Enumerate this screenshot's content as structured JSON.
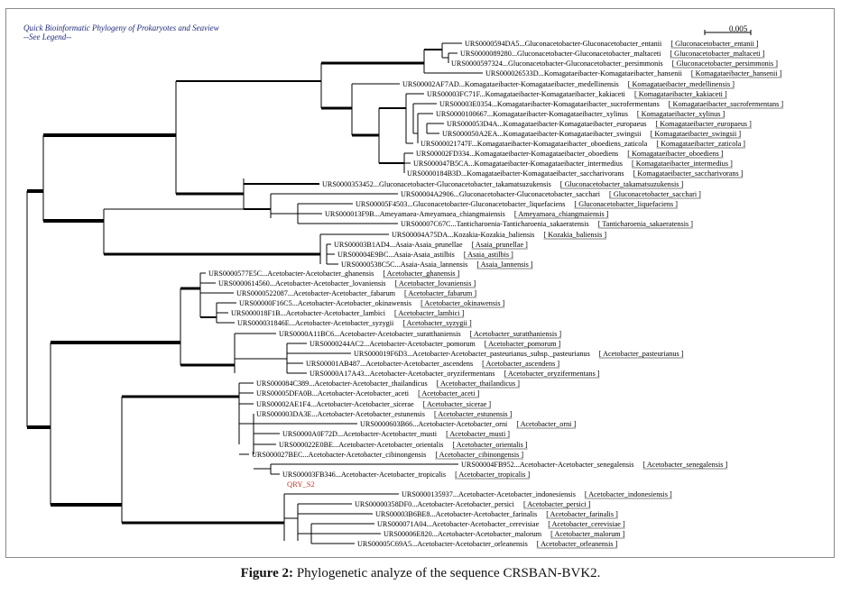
{
  "header": {
    "title": "Quick Bioinformatic Phylogeny of Prokaryotes and Seaview",
    "legend_link": "--See Legend--"
  },
  "scale_bar": {
    "label": "0.005"
  },
  "query_label": "QRY_S2",
  "caption": {
    "prefix": "Figure 2:",
    "text": " Phylogenetic analyze of the sequence CRSBAN-BVK2."
  },
  "leaves": [
    {
      "id": "URS0000594DA5",
      "desc": "Gluconacetobacter-Gluconacetobacter_entanii",
      "tag": "Gluconacetobacter_entanii"
    },
    {
      "id": "URS0000089280",
      "desc": "Gluconacetobacter-Gluconacetobacter_maltaceti",
      "tag": "Gluconacetobacter_maltaceti"
    },
    {
      "id": "URS0000597324",
      "desc": "Gluconacetobacter-Gluconacetobacter_persimmonis",
      "tag": "Gluconacetobacter_persimmonis"
    },
    {
      "id": "URS000026533D",
      "desc": "Komagataeibacter-Komagataeibacter_hansenii",
      "tag": "Komagataeibacter_hansenii"
    },
    {
      "id": "URS00002AF7AD",
      "desc": "Komagataeibacter-Komagataeibacter_medellinensis",
      "tag": "Komagataeibacter_medellinensis"
    },
    {
      "id": "URS00003FC71F",
      "desc": "Komagataeibacter-Komagataeibacter_kakiaceti",
      "tag": "Komagataeibacter_kakiaceti"
    },
    {
      "id": "URS00003E0354",
      "desc": "Komagataeibacter-Komagataeibacter_sucrofermentans",
      "tag": "Komagataeibacter_sucrofermentans"
    },
    {
      "id": "URS0000100667",
      "desc": "Komagataeibacter-Komagataeibacter_xylinus",
      "tag": "Komagataeibacter_xylinus"
    },
    {
      "id": "URS000053D4A",
      "desc": "Komagataeibacter-Komagataeibacter_europaeus",
      "tag": "Komagataeibacter_europaeus"
    },
    {
      "id": "URS000050A2EA",
      "desc": "Komagataeibacter-Komagataeibacter_swingsii",
      "tag": "Komagataeibacter_swingsii"
    },
    {
      "id": "URS000021747F",
      "desc": "Komagataeibacter-Komagataeibacter_oboediens_zaticola",
      "tag": "Komagataeibacter_zaticola"
    },
    {
      "id": "URS00002FD334",
      "desc": "Komagataeibacter-Komagataeibacter_oboediens",
      "tag": "Komagataeibacter_oboediens"
    },
    {
      "id": "URS000047B5CA",
      "desc": "Komagataeibacter-Komagataeibacter_intermedius",
      "tag": "Komagataeibacter_intermedius"
    },
    {
      "id": "URS0000184B3D",
      "desc": "Komagataeibacter-Komagataeibacter_saccharivorans",
      "tag": "Komagataeibacter_saccharivorans"
    },
    {
      "id": "URS0000353452",
      "desc": "Gluconacetobacter-Gluconacetobacter_takamatsuzukensis",
      "tag": "Gluconacetobacter_takamatsuzukensis"
    },
    {
      "id": "URS00004A2906",
      "desc": "Gluconacetobacter-Gluconacetobacter_sacchari",
      "tag": "Gluconacetobacter_sacchari"
    },
    {
      "id": "URS00005F4503",
      "desc": "Gluconacetobacter-Gluconacetobacter_liquefaciens",
      "tag": "Gluconacetobacter_liquefaciens"
    },
    {
      "id": "URS000013F9B",
      "desc": "Ameyamaea-Ameyamaea_chiangmaiensis",
      "tag": "Ameyamaea_chiangmaiensis"
    },
    {
      "id": "URS00007C67C",
      "desc": "Tanticharoenia-Tanticharoenia_sakaeratensis",
      "tag": "Tanticharoenia_sakaeratensis"
    },
    {
      "id": "URS00004A75DA",
      "desc": "Kozakia-Kozakia_baliensis",
      "tag": "Kozakia_baliensis"
    },
    {
      "id": "URS00003B1AD4",
      "desc": "Asaia-Asaia_prunellae",
      "tag": "Asaia_prunellae"
    },
    {
      "id": "URS00004E9BC",
      "desc": "Asaia-Asaia_astilbis",
      "tag": "Asaia_astilbis"
    },
    {
      "id": "URS0000538C5C",
      "desc": "Asaia-Asaia_lannensis",
      "tag": "Asaia_lannensis"
    },
    {
      "id": "URS0000577E5C",
      "desc": "Acetobacter-Acetobacter_ghanensis",
      "tag": "Acetobacter_ghanensis"
    },
    {
      "id": "URS0000614560",
      "desc": "Acetobacter-Acetobacter_lovaniensis",
      "tag": "Acetobacter_lovaniensis"
    },
    {
      "id": "URS0000522087",
      "desc": "Acetobacter-Acetobacter_fabarum",
      "tag": "Acetobacter_fabarum"
    },
    {
      "id": "URS00000F16C5",
      "desc": "Acetobacter-Acetobacter_okinawensis",
      "tag": "Acetobacter_okinawensis"
    },
    {
      "id": "URS000018F1B",
      "desc": "Acetobacter-Acetobacter_lambici",
      "tag": "Acetobacter_lambici"
    },
    {
      "id": "URS000031846E",
      "desc": "Acetobacter-Acetobacter_syzygii",
      "tag": "Acetobacter_syzygii"
    },
    {
      "id": "URS0000A11BC6",
      "desc": "Acetobacter-Acetobacter_suratthaniensis",
      "tag": "Acetobacter_suratthaniensis"
    },
    {
      "id": "URS0000244AC2",
      "desc": "Acetobacter-Acetobacter_pomorum",
      "tag": "Acetobacter_pomorum"
    },
    {
      "id": "URS000019F6D3",
      "desc": "Acetobacter-Acetobacter_pasteurianus_subsp._pasteurianus",
      "tag": "Acetobacter_pasteurianus"
    },
    {
      "id": "URS00001AB487",
      "desc": "Acetobacter-Acetobacter_ascendens",
      "tag": "Acetobacter_ascendens"
    },
    {
      "id": "URS0000A17A43",
      "desc": "Acetobacter-Acetobacter_oryzifermentans",
      "tag": "Acetobacter_oryzifermentans"
    },
    {
      "id": "URS000084C389",
      "desc": "Acetobacter-Acetobacter_thailandicus",
      "tag": "Acetobacter_thailandicus"
    },
    {
      "id": "URS00005DFA0B",
      "desc": "Acetobacter-Acetobacter_aceti",
      "tag": "Acetobacter_aceti"
    },
    {
      "id": "URS00002AE1F4",
      "desc": "Acetobacter-Acetobacter_sicerae",
      "tag": "Acetobacter_sicerae"
    },
    {
      "id": "URS000003DA3E",
      "desc": "Acetobacter-Acetobacter_estunensis",
      "tag": "Acetobacter_estunensis"
    },
    {
      "id": "URS0000603B66",
      "desc": "Acetobacter-Acetobacter_orni",
      "tag": "Acetobacter_orni"
    },
    {
      "id": "URS0000A0F72D",
      "desc": "Acetobacter-Acetobacter_musti",
      "tag": "Acetobacter_musti"
    },
    {
      "id": "URS000022E0BE",
      "desc": "Acetobacter-Acetobacter_orientalis",
      "tag": "Acetobacter_orientalis"
    },
    {
      "id": "URS000027BEC",
      "desc": "Acetobacter-Acetobacter_cibinongensis",
      "tag": "Acetobacter_cibinongensis"
    },
    {
      "id": "URS00004FB952",
      "desc": "Acetobacter-Acetobacter_senegalensis",
      "tag": "Acetobacter_senegalensis"
    },
    {
      "id": "URS00003FB346",
      "desc": "Acetobacter-Acetobacter_tropicalis",
      "tag": "Acetobacter_tropicalis"
    },
    {
      "id": "URS0000135937",
      "desc": "Acetobacter-Acetobacter_indonesiensis",
      "tag": "Acetobacter_indonesiensis"
    },
    {
      "id": "URS00000358DF0",
      "desc": "Acetobacter-Acetobacter_persici",
      "tag": "Acetobacter_persici"
    },
    {
      "id": "URS00003B6BE8",
      "desc": "Acetobacter-Acetobacter_farinalis",
      "tag": "Acetobacter_farinalis"
    },
    {
      "id": "URS000071A04",
      "desc": "Acetobacter-Acetobacter_cerevisiae",
      "tag": "Acetobacter_cerevisiae"
    },
    {
      "id": "URS00006E820",
      "desc": "Acetobacter-Acetobacter_malorum",
      "tag": "Acetobacter_malorum"
    },
    {
      "id": "URS00005C69A5",
      "desc": "Acetobacter-Acetobacter_orleanensis",
      "tag": "Acetobacter_orleanensis"
    }
  ]
}
